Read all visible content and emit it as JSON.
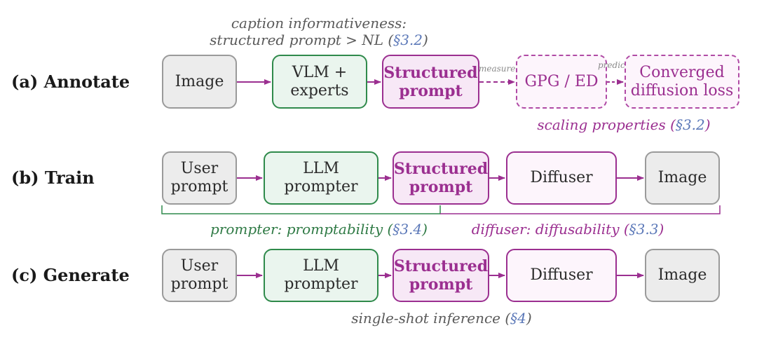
{
  "rows": {
    "annotate": {
      "label": "(a) Annotate",
      "boxes": {
        "image": "Image",
        "vlm": "VLM +\nexperts",
        "structured": "Structured\nprompt",
        "gpg": "GPG / ED",
        "loss": "Converged\ndiffusion loss"
      },
      "edge_labels": {
        "measure": "measure",
        "predict": "predict"
      },
      "caption_top": {
        "line1": "caption informativeness:",
        "line2": "structured prompt > NL (",
        "ref": "§3.2",
        "close": ")"
      },
      "caption_bottom": {
        "text": "scaling properties (",
        "ref": "§3.2",
        "close": ")"
      }
    },
    "train": {
      "label": "(b) Train",
      "boxes": {
        "user": "User\nprompt",
        "llm": "LLM\nprompter",
        "structured": "Structured\nprompt",
        "diffuser": "Diffuser",
        "image": "Image"
      },
      "caption_left": {
        "text": "prompter:  promptability (",
        "ref": "§3.4",
        "close": ")"
      },
      "caption_right": {
        "text": "diffuser:  diffusability (",
        "ref": "§3.3",
        "close": ")"
      }
    },
    "generate": {
      "label": "(c) Generate",
      "boxes": {
        "user": "User\nprompt",
        "llm": "LLM\nprompter",
        "structured": "Structured\nprompt",
        "diffuser": "Diffuser",
        "image": "Image"
      },
      "caption_bottom": {
        "text": "single-shot inference (",
        "ref": "§4",
        "close": ")"
      }
    }
  },
  "colors": {
    "gray": "#9a9a9a",
    "green": "#2f8a4b",
    "purple": "#9b2f90",
    "ref_blue": "#5b78b8"
  }
}
